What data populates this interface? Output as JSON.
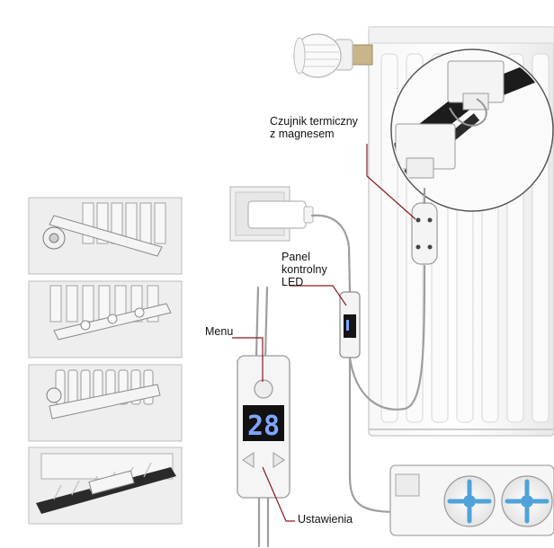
{
  "callouts": {
    "sensor": "Czujnik termiczny\nz magnesem",
    "panel": "Panel\nkontrolny\nLED",
    "menu": "Menu",
    "settings": "Ustawienia"
  },
  "display": {
    "digits": "28"
  },
  "install_panels": [
    {
      "name": "install-view-1"
    },
    {
      "name": "install-view-2"
    },
    {
      "name": "install-view-3"
    },
    {
      "name": "install-view-4"
    }
  ],
  "colors": {
    "callout_line": "#8b1a1a",
    "device_white": "#f4f4f4",
    "display_bg": "#111111",
    "display_digits": "#7fa6ff",
    "fan_blue": "#4fa3d9",
    "outline": "#9a9a9a"
  }
}
